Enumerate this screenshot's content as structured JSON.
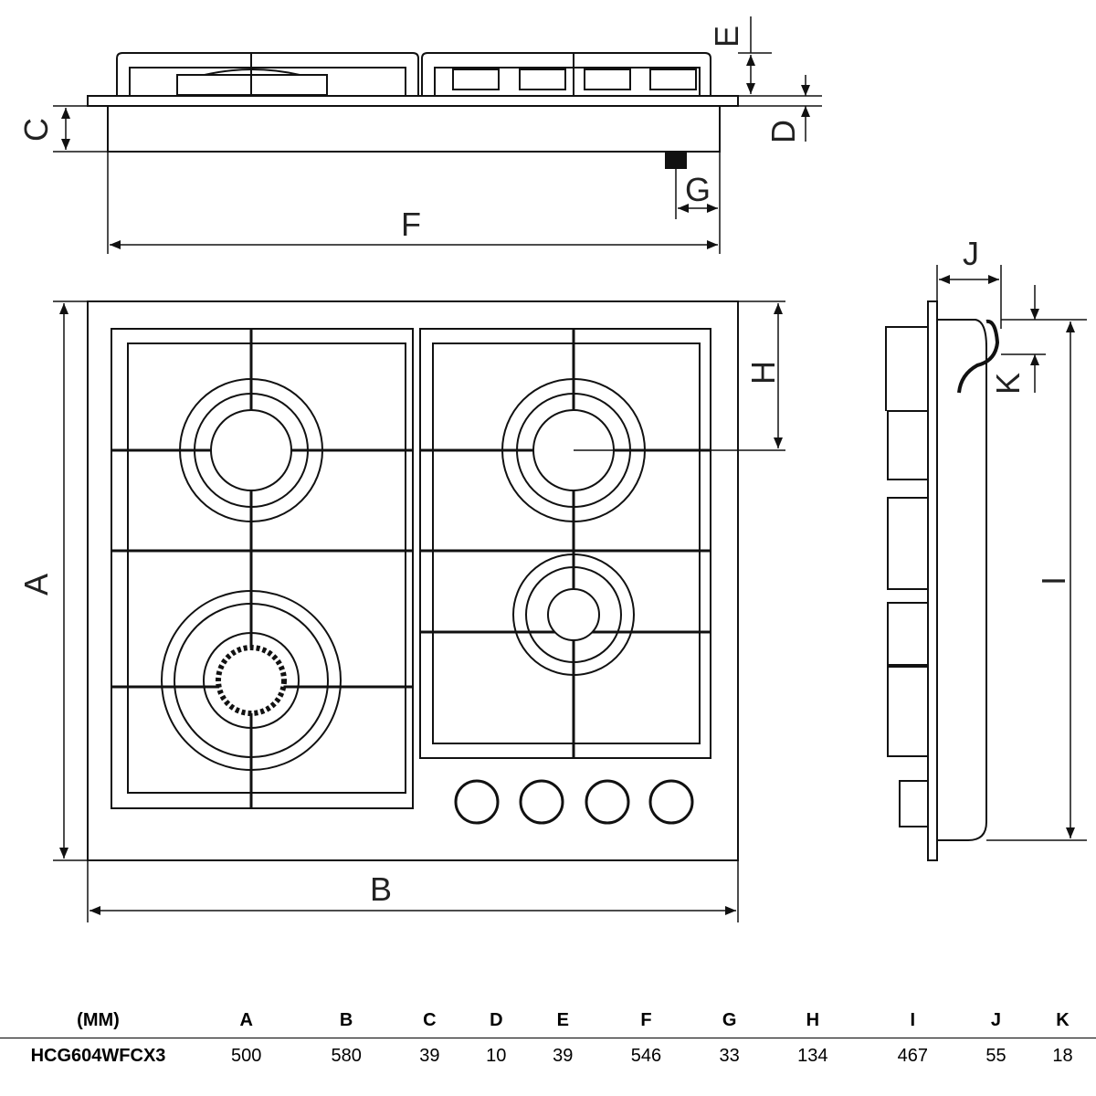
{
  "dimensions": {
    "labels": [
      "A",
      "B",
      "C",
      "D",
      "E",
      "F",
      "G",
      "H",
      "I",
      "J",
      "K"
    ]
  },
  "table": {
    "unit_header": "(MM)",
    "columns": [
      "A",
      "B",
      "C",
      "D",
      "E",
      "F",
      "G",
      "H",
      "I",
      "J",
      "K"
    ],
    "rows": [
      {
        "model": "HCG604WFCX3",
        "values": [
          "500",
          "580",
          "39",
          "10",
          "39",
          "546",
          "33",
          "134",
          "467",
          "55",
          "18"
        ]
      }
    ]
  }
}
